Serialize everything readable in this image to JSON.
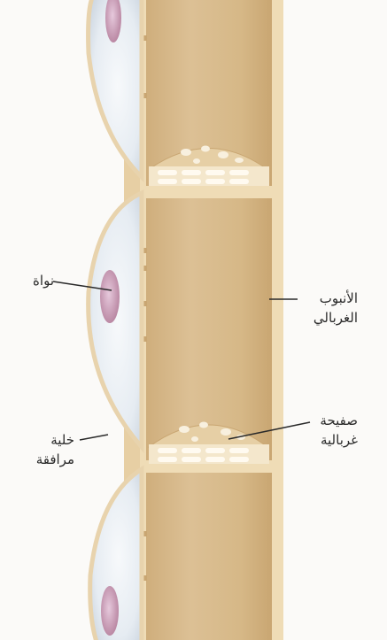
{
  "labels": {
    "nucleus": "نواة",
    "sieve_tube_line1": "الأنبوب",
    "sieve_tube_line2": "الغربالي",
    "sieve_plate_line1": "صفيحة",
    "sieve_plate_line2": "غربالية",
    "companion_cell_line1": "خلية",
    "companion_cell_line2": "مرافقة"
  },
  "colors": {
    "tube_fill": "#d9bc8f",
    "tube_wall": "#f2e2c2",
    "companion_fill": "#e9eef4",
    "nucleus": "#c79ab6",
    "background": "#fbfaf8"
  }
}
